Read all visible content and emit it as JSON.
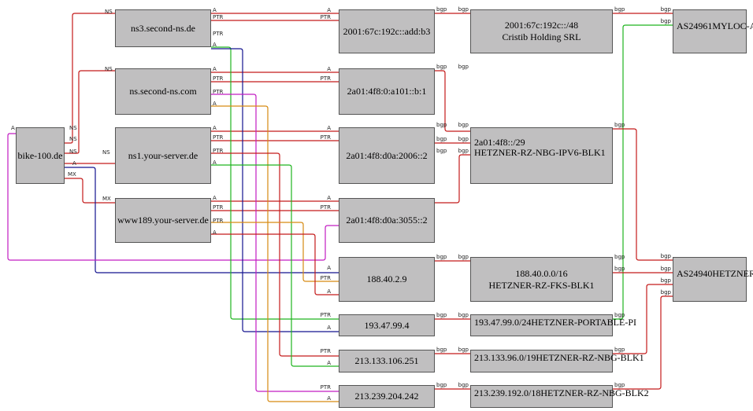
{
  "colors": {
    "red": "#c41a1a",
    "green": "#1fb51f",
    "blue": "#13138f",
    "magenta": "#c21cc2",
    "orange": "#d68a12",
    "node_fill": "#c0bfc0"
  },
  "nodes": {
    "domain": "bike-100.de",
    "ns3": "ns3.second-ns.de",
    "ns": "ns.second-ns.com",
    "ns1": "ns1.your-server.de",
    "www189": "www189.your-server.de",
    "ip_b3": "2001:67c:192c::add:b3",
    "ip_b1": "2a01:4f8:0:a101::b:1",
    "ip_2006": "2a01:4f8:d0a:2006::2",
    "ip_3055": "2a01:4f8:d0a:3055::2",
    "ip_188": "188.40.2.9",
    "ip_193": "193.47.99.4",
    "ip_213_133": "213.133.106.251",
    "ip_213_239": "213.239.204.242",
    "pfx_cristib": {
      "prefix": "2001:67c:192c::/48",
      "name": "Cristib Holding SRL"
    },
    "pfx_ipv6": {
      "prefix": "2a01:4f8::/29",
      "name": "HETZNER-RZ-NBG-IPV6-BLK1"
    },
    "pfx_fks": {
      "prefix": "188.40.0.0/16",
      "name": "HETZNER-RZ-FKS-BLK1"
    },
    "pfx_portable": {
      "prefix": "193.47.99.0/24",
      "name": "HETZNER-PORTABLE-PI"
    },
    "pfx_nbg1": {
      "prefix": "213.133.96.0/19",
      "name": "HETZNER-RZ-NBG-BLK1"
    },
    "pfx_nbg2": {
      "prefix": "213.239.192.0/18",
      "name": "HETZNER-RZ-NBG-BLK2"
    },
    "as_myloc": {
      "asn": "AS24961",
      "name": "MYLOC-AS"
    },
    "as_hetzner": {
      "asn": "AS24940",
      "name": "HETZNER-AS"
    }
  },
  "edge_labels": {
    "ns": "NS",
    "a": "A",
    "ptr": "PTR",
    "mx": "MX",
    "bgp": "bgp"
  },
  "edges": [
    {
      "from": "bike-100.de",
      "to": "ns3.second-ns.de",
      "label": "NS"
    },
    {
      "from": "bike-100.de",
      "to": "ns.second-ns.com",
      "label": "NS"
    },
    {
      "from": "bike-100.de",
      "to": "ns1.your-server.de",
      "label": "NS"
    },
    {
      "from": "bike-100.de",
      "to": "www189.your-server.de",
      "label": "MX"
    },
    {
      "from": "bike-100.de",
      "to": "2a01:4f8:d0a:3055::2",
      "label": "A"
    },
    {
      "from": "bike-100.de",
      "to": "188.40.2.9",
      "label": "A"
    },
    {
      "from": "ns3.second-ns.de",
      "to": "2001:67c:192c::add:b3",
      "label": "A"
    },
    {
      "from": "2001:67c:192c::add:b3",
      "to": "ns3.second-ns.de",
      "label": "PTR"
    },
    {
      "from": "ns.second-ns.com",
      "to": "2a01:4f8:0:a101::b:1",
      "label": "A"
    },
    {
      "from": "2a01:4f8:0:a101::b:1",
      "to": "ns.second-ns.com",
      "label": "PTR"
    },
    {
      "from": "ns1.your-server.de",
      "to": "2a01:4f8:d0a:2006::2",
      "label": "A"
    },
    {
      "from": "2a01:4f8:d0a:2006::2",
      "to": "ns1.your-server.de",
      "label": "PTR"
    },
    {
      "from": "www189.your-server.de",
      "to": "2a01:4f8:d0a:3055::2",
      "label": "A"
    },
    {
      "from": "2a01:4f8:d0a:3055::2",
      "to": "www189.your-server.de",
      "label": "PTR"
    },
    {
      "from": "188.40.2.9",
      "to": "www189.your-server.de",
      "label": "PTR"
    },
    {
      "from": "193.47.99.4",
      "to": "ns3.second-ns.de",
      "label": "PTR"
    },
    {
      "from": "213.133.106.251",
      "to": "ns1.your-server.de",
      "label": "PTR"
    },
    {
      "from": "213.239.204.242",
      "to": "ns.second-ns.com",
      "label": "PTR"
    },
    {
      "from": "2001:67c:192c::add:b3",
      "to": "2001:67c:192c::/48",
      "label": "bgp"
    },
    {
      "from": "2001:67c:192c::/48",
      "to": "AS24961",
      "label": "bgp"
    },
    {
      "from": "2a01:4f8::/29",
      "to": "AS24940",
      "label": "bgp"
    },
    {
      "from": "188.40.0.0/16",
      "to": "AS24940",
      "label": "bgp"
    },
    {
      "from": "193.47.99.0/24",
      "to": "AS24961",
      "label": "bgp"
    },
    {
      "from": "213.133.96.0/19",
      "to": "AS24940",
      "label": "bgp"
    },
    {
      "from": "213.239.192.0/18",
      "to": "AS24940",
      "label": "bgp"
    }
  ]
}
